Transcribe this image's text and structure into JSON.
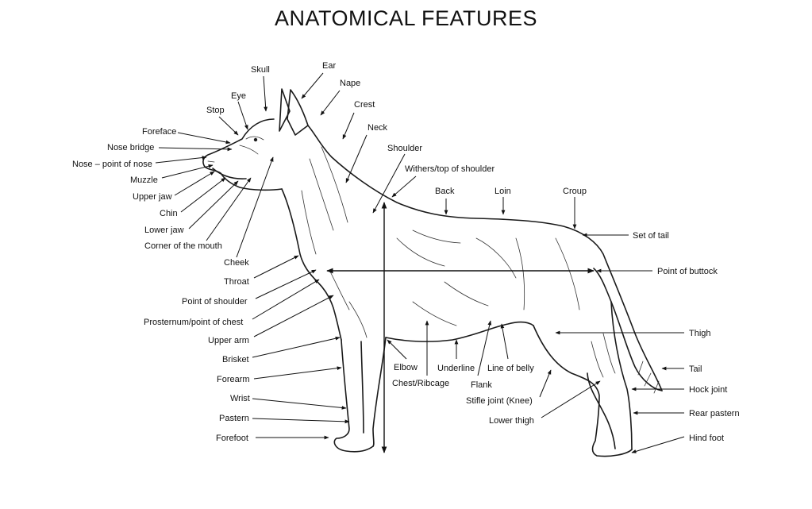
{
  "title": "ANATOMICAL FEATURES",
  "labels": {
    "skull": "Skull",
    "ear": "Ear",
    "eye": "Eye",
    "nape": "Nape",
    "stop": "Stop",
    "crest": "Crest",
    "foreface": "Foreface",
    "neck": "Neck",
    "nose_bridge": "Nose bridge",
    "nose_point": "Nose – point of nose",
    "shoulder": "Shoulder",
    "withers": "Withers/top of shoulder",
    "muzzle": "Muzzle",
    "upper_jaw": "Upper jaw",
    "back": "Back",
    "loin": "Loin",
    "croup": "Croup",
    "chin": "Chin",
    "lower_jaw": "Lower jaw",
    "set_of_tail": "Set of tail",
    "corner_mouth": "Corner of the mouth",
    "cheek": "Cheek",
    "point_of_buttock": "Point of buttock",
    "throat": "Throat",
    "point_of_shoulder": "Point of shoulder",
    "prosternum": "Prosternum/point of chest",
    "thigh": "Thigh",
    "upper_arm": "Upper arm",
    "brisket": "Brisket",
    "elbow": "Elbow",
    "underline": "Underline",
    "line_of_belly": "Line of belly",
    "tail": "Tail",
    "forearm": "Forearm",
    "chest_ribcage": "Chest/Ribcage",
    "flank": "Flank",
    "hock_joint": "Hock joint",
    "wrist": "Wrist",
    "stifle": "Stifle joint (Knee)",
    "rear_pastern": "Rear pastern",
    "pastern": "Pastern",
    "lower_thigh": "Lower thigh",
    "forefoot": "Forefoot",
    "hind_foot": "Hind foot"
  }
}
